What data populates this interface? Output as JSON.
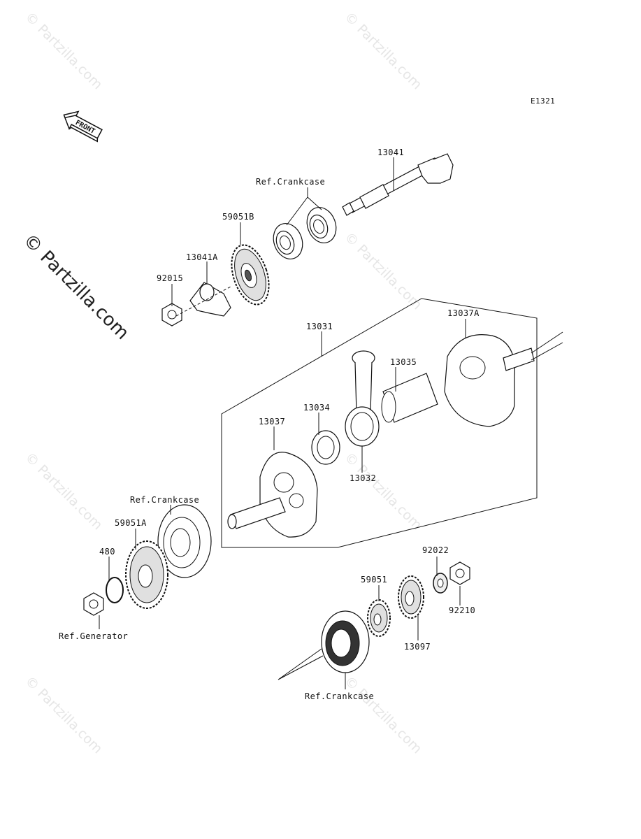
{
  "diagram_code": "E1321",
  "front_label": "FRONT",
  "watermark": "© Partzilla.com",
  "parts": {
    "p13041": "13041",
    "p13041A": "13041A",
    "p59051B": "59051B",
    "p92015": "92015",
    "ref_crankcase_top": "Ref.Crankcase",
    "p13031": "13031",
    "p13037A": "13037A",
    "p13035": "13035",
    "p13034": "13034",
    "p13037": "13037",
    "p13032": "13032",
    "ref_crankcase_left": "Ref.Crankcase",
    "p59051A": "59051A",
    "p480": "480",
    "ref_generator": "Ref.Generator",
    "p92022": "92022",
    "p92210": "92210",
    "p59051": "59051",
    "p13097": "13097",
    "ref_crankcase_bottom": "Ref.Crankcase"
  }
}
